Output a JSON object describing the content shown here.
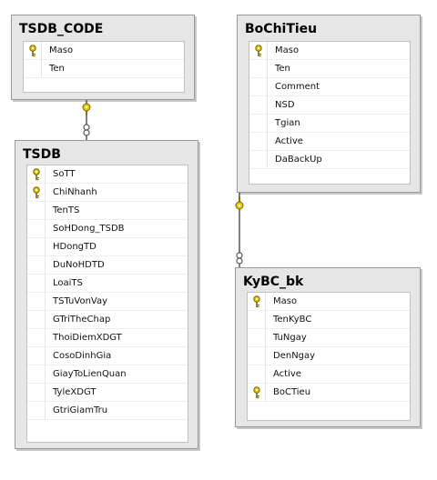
{
  "tables": {
    "tsdb_code": {
      "name": "TSDB_CODE",
      "columns": [
        {
          "name": "Maso",
          "key": true
        },
        {
          "name": "Ten",
          "key": false
        }
      ]
    },
    "bochitieu": {
      "name": "BoChiTieu",
      "columns": [
        {
          "name": "Maso",
          "key": true
        },
        {
          "name": "Ten",
          "key": false
        },
        {
          "name": "Comment",
          "key": false
        },
        {
          "name": "NSD",
          "key": false
        },
        {
          "name": "Tgian",
          "key": false
        },
        {
          "name": "Active",
          "key": false
        },
        {
          "name": "DaBackUp",
          "key": false
        }
      ]
    },
    "tsdb": {
      "name": "TSDB",
      "columns": [
        {
          "name": "SoTT",
          "key": true
        },
        {
          "name": "ChiNhanh",
          "key": true
        },
        {
          "name": "TenTS",
          "key": false
        },
        {
          "name": "SoHDong_TSDB",
          "key": false
        },
        {
          "name": "HDongTD",
          "key": false
        },
        {
          "name": "DuNoHDTD",
          "key": false
        },
        {
          "name": "LoaiTS",
          "key": false
        },
        {
          "name": "TSTuVonVay",
          "key": false
        },
        {
          "name": "GTriTheChap",
          "key": false
        },
        {
          "name": "ThoiDiemXDGT",
          "key": false
        },
        {
          "name": "CosoDinhGia",
          "key": false
        },
        {
          "name": "GiayToLienQuan",
          "key": false
        },
        {
          "name": "TyleXDGT",
          "key": false
        },
        {
          "name": "GtriGiamTru",
          "key": false
        }
      ]
    },
    "kybc_bk": {
      "name": "KyBC_bk",
      "columns": [
        {
          "name": "Maso",
          "key": true
        },
        {
          "name": "TenKyBC",
          "key": false
        },
        {
          "name": "TuNgay",
          "key": false
        },
        {
          "name": "DenNgay",
          "key": false
        },
        {
          "name": "Active",
          "key": false
        },
        {
          "name": "BoCTieu",
          "key": true
        }
      ]
    }
  },
  "relationships": [
    {
      "from": "tsdb_code",
      "to": "tsdb"
    },
    {
      "from": "bochitieu",
      "to": "kybc_bk"
    }
  ],
  "colors": {
    "key_icon": "#e8c800",
    "connector": "#555555",
    "table_bg": "#e6e6e6"
  },
  "icons": {
    "primary_key": "key-icon",
    "relationship_key_end": "key-icon",
    "relationship_many_end": "infinity-icon"
  }
}
